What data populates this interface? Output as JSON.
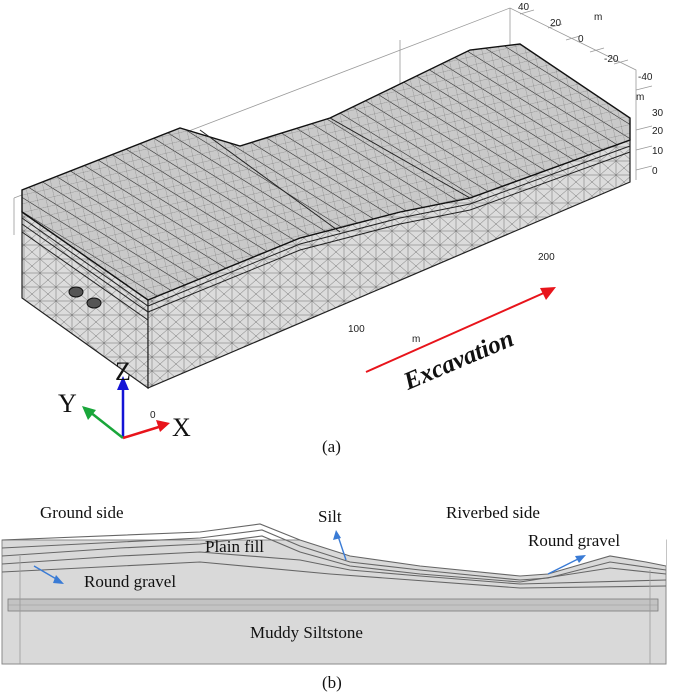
{
  "panel_a": {
    "caption": "(a)",
    "arrow_label": "Excavation",
    "axis_unit": "m",
    "ticks_y": [
      "40",
      "20",
      "0",
      "-20",
      "-40"
    ],
    "ticks_z": [
      "30",
      "20",
      "10",
      "0"
    ],
    "ticks_x": [
      "100",
      "200"
    ],
    "tick_origin": "0",
    "triad": {
      "x": "X",
      "y": "Y",
      "z": "Z"
    },
    "colors": {
      "arrow": "#e8141b",
      "x_axis": "#e8141b",
      "y_axis": "#19a63a",
      "z_axis": "#1414d6"
    }
  },
  "panel_b": {
    "caption": "(b)",
    "labels": {
      "ground_side": "Ground side",
      "silt": "Silt",
      "riverbed_side": "Riverbed side",
      "plain_fill": "Plain fill",
      "round_gravel_right": "Round gravel",
      "round_gravel_left": "Round gravel",
      "muddy_siltstone": "Muddy Siltstone"
    },
    "colors": {
      "pointer": "#3a7bd5",
      "fill": "#d9d9d9"
    }
  }
}
